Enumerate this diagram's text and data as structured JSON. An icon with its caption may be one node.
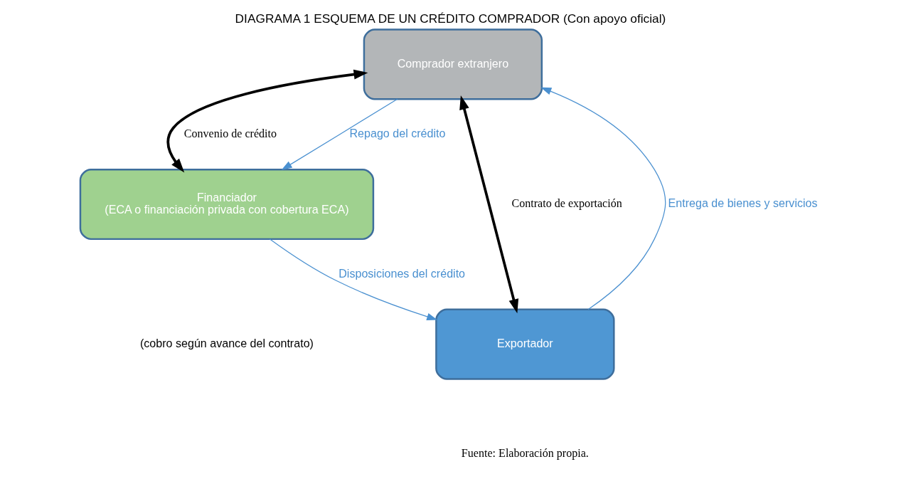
{
  "diagram": {
    "title": "DIAGRAMA 1 ESQUEMA DE UN CRÉDITO COMPRADOR (Con apoyo oficial)",
    "caption": "Fuente: Elaboración propia.",
    "nodes": [
      {
        "text": [
          "Comprador extranjero"
        ]
      },
      {
        "text": [
          "Financiador",
          "(ECA o financiación privada con cobertura ECA)"
        ]
      },
      {
        "text": [
          "Exportador"
        ]
      }
    ],
    "edges": [
      {
        "from": 0,
        "to": 1,
        "arrow": "both",
        "label": "Convenio de crédito",
        "style": "thick",
        "color": "#000000"
      },
      {
        "from": 0,
        "to": 1,
        "arrow": "to",
        "label": "Repago del crédito"
      },
      {
        "from": 0,
        "to": 2,
        "arrow": "both",
        "label": "Contrato de exportación",
        "style": "thick",
        "color": "#000000"
      },
      {
        "from": 2,
        "to": 0,
        "arrow": "to",
        "label": "Entrega de bienes y servicios"
      },
      {
        "from": 1,
        "to": 2,
        "arrow": "to",
        "label": "Disposiciones del crédito"
      }
    ],
    "labels": [
      "(cobro según avance del contrato)"
    ]
  }
}
